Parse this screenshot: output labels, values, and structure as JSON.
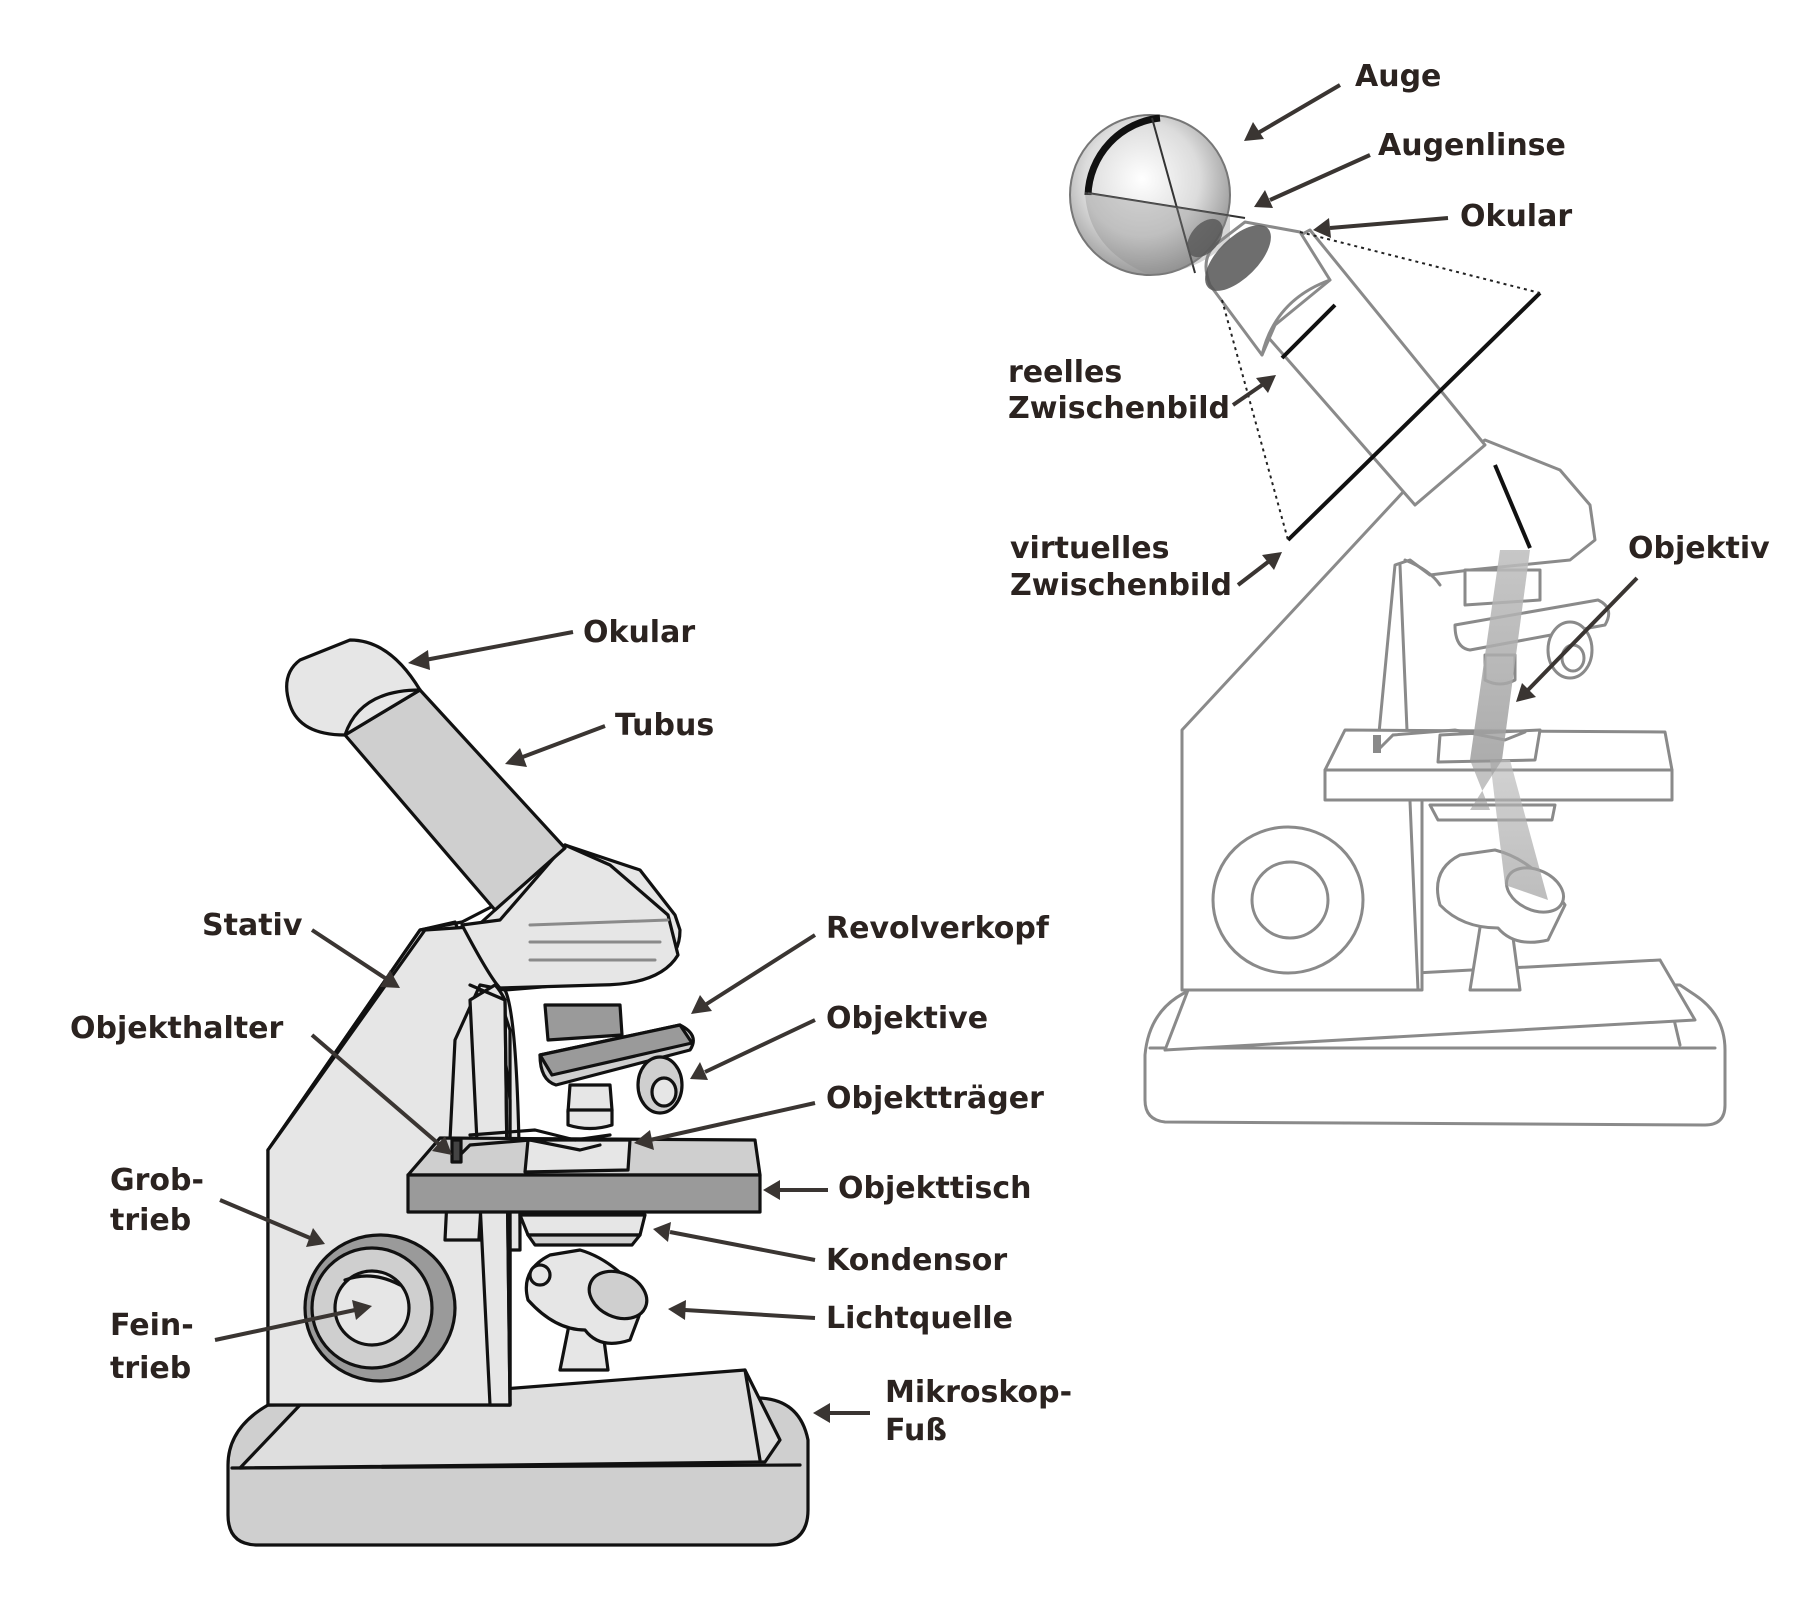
{
  "labels_left": {
    "okular": "Okular",
    "tubus": "Tubus",
    "stativ": "Stativ",
    "revolverkopf": "Revolverkopf",
    "objekthalter": "Objekthalter",
    "objektive": "Objektive",
    "objekttraeger": "Objektträger",
    "objekttisch": "Objekttisch",
    "grobtrieb_1": "Grob-",
    "grobtrieb_2": "trieb",
    "feintrieb_1": "Fein-",
    "feintrieb_2": "trieb",
    "kondensor": "Kondensor",
    "lichtquelle": "Lichtquelle",
    "fuss_1": "Mikroskop-",
    "fuss_2": "Fuß"
  },
  "labels_right": {
    "auge": "Auge",
    "augenlinse": "Augenlinse",
    "okular": "Okular",
    "reelles_1": "reelles",
    "reelles_2": "Zwischenbild",
    "virtuelles_1": "virtuelles",
    "virtuelles_2": "Zwischenbild",
    "objektiv": "Objektiv"
  },
  "colors": {
    "body_light": "#e6e6e6",
    "body_mid": "#cfcfcf",
    "body_dark": "#9a9a9a",
    "outline": "#111111",
    "faint_outline": "#8a8a8a",
    "label_text": "#2b2320"
  }
}
